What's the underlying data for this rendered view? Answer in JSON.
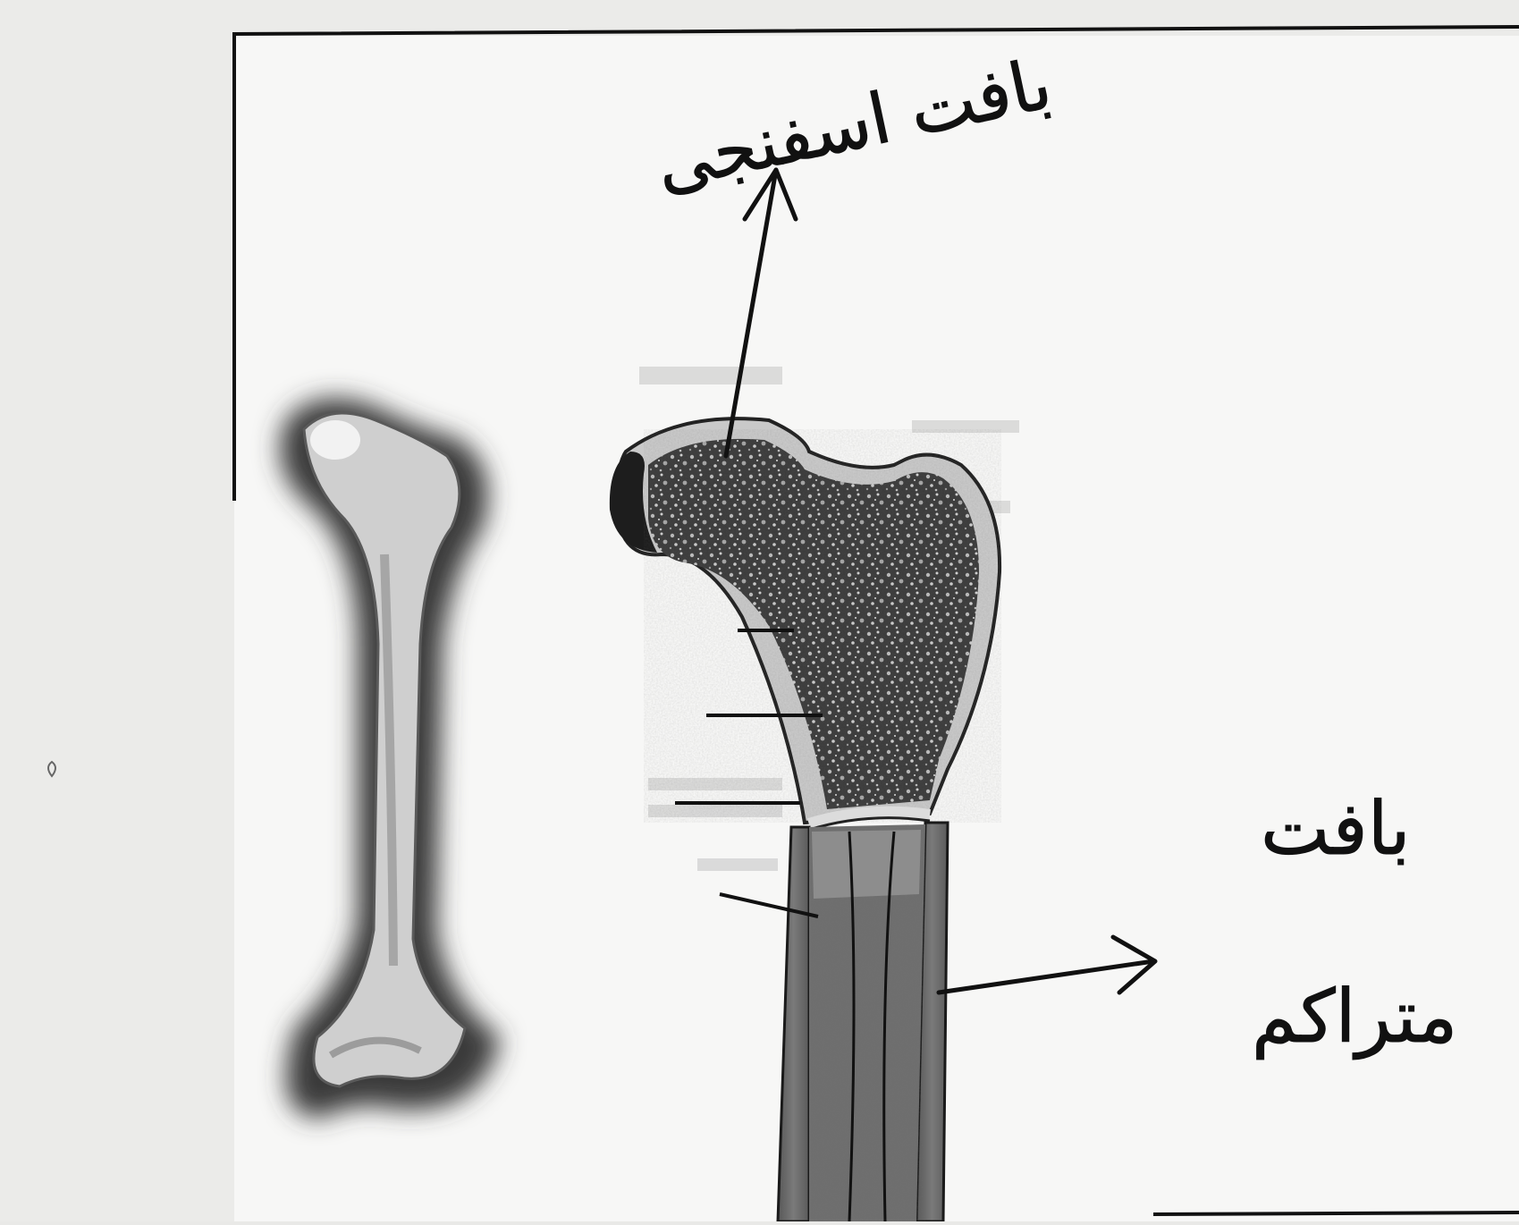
{
  "diagram": {
    "labels": {
      "spongy_tissue": "بافت اسفنجی",
      "compact_tissue_line1": "بافت",
      "compact_tissue_line2": "متراکم"
    }
  }
}
